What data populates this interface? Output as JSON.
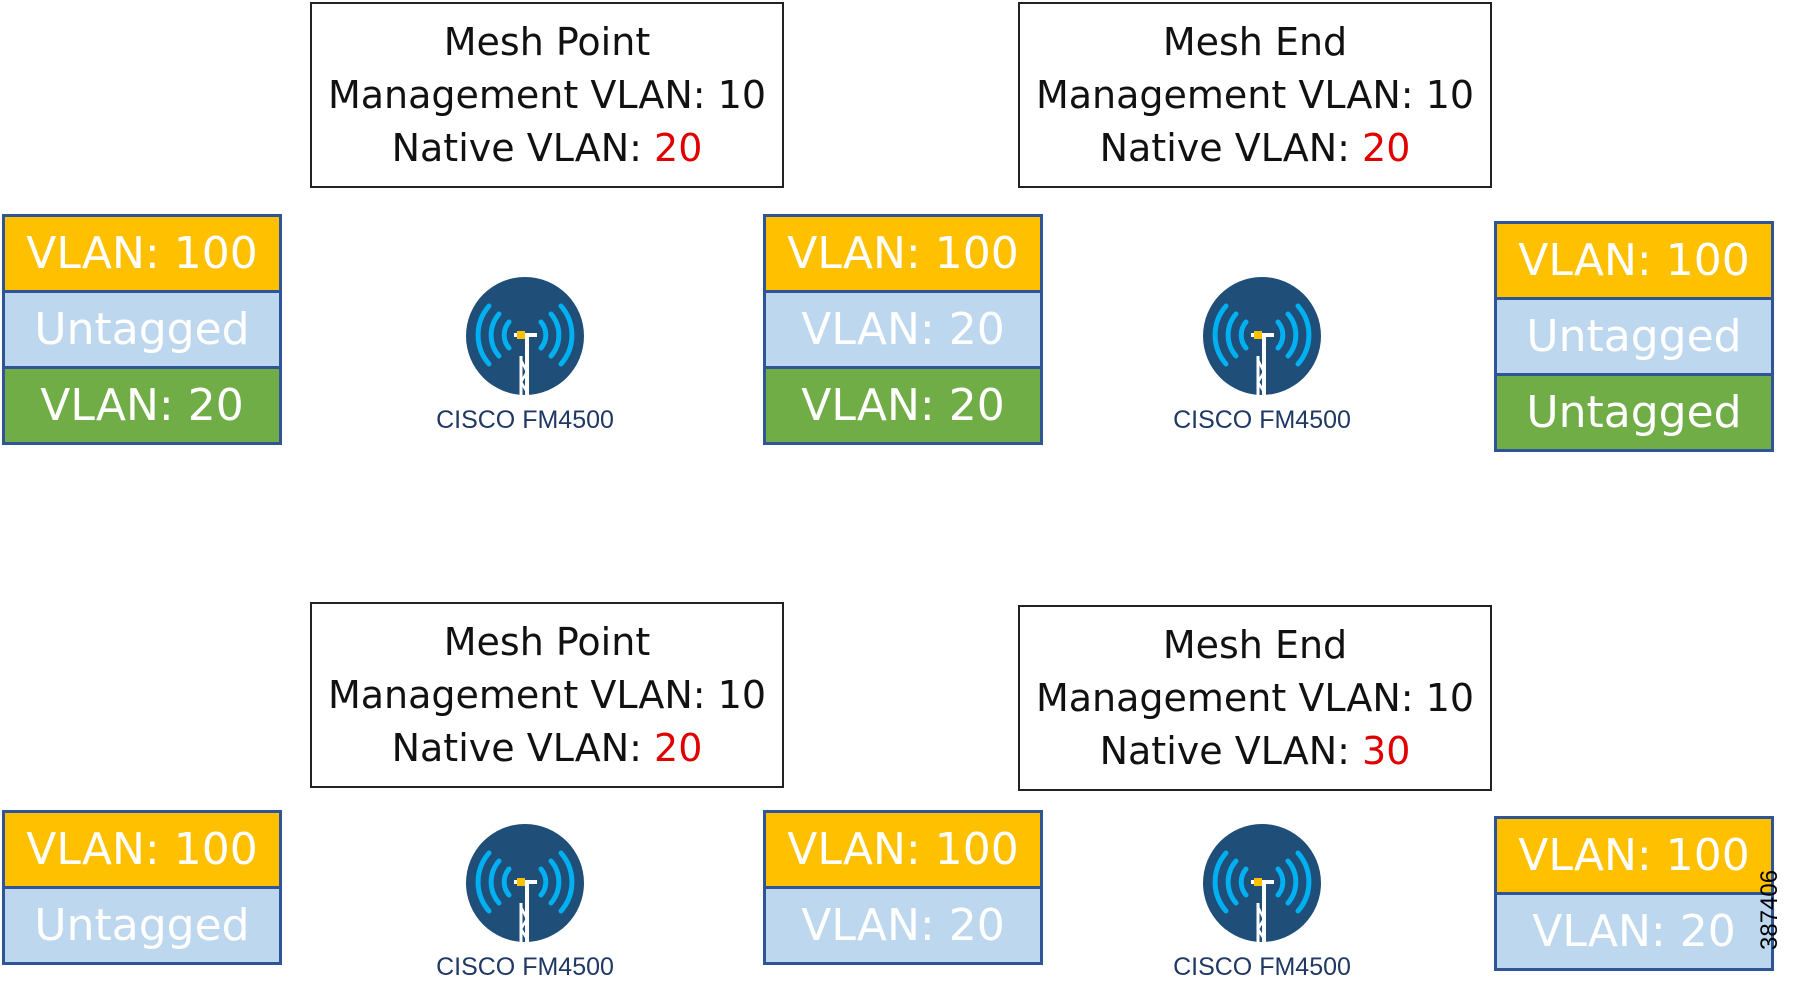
{
  "rows": [
    {
      "boxes": [
        {
          "role": "Mesh Point",
          "mgmt_label": "Management VLAN: ",
          "mgmt_value": "10",
          "native_label": "Native VLAN: ",
          "native_value": "20"
        },
        {
          "role": "Mesh End",
          "mgmt_label": "Management VLAN: ",
          "mgmt_value": "10",
          "native_label": "Native VLAN: ",
          "native_value": "20"
        }
      ],
      "stacks": [
        [
          {
            "text": "VLAN: 100",
            "color": "yellow"
          },
          {
            "text": "Untagged",
            "color": "lightblue"
          },
          {
            "text": "VLAN: 20",
            "color": "green"
          }
        ],
        [
          {
            "text": "VLAN: 100",
            "color": "yellow"
          },
          {
            "text": "VLAN: 20",
            "color": "lightblue"
          },
          {
            "text": "VLAN: 20",
            "color": "green"
          }
        ],
        [
          {
            "text": "VLAN: 100",
            "color": "yellow"
          },
          {
            "text": "Untagged",
            "color": "lightblue"
          },
          {
            "text": "Untagged",
            "color": "green"
          }
        ]
      ],
      "devices": [
        {
          "label": "CISCO FM4500",
          "icon": "wireless-tower-icon"
        },
        {
          "label": "CISCO FM4500",
          "icon": "wireless-tower-icon"
        }
      ]
    },
    {
      "boxes": [
        {
          "role": "Mesh Point",
          "mgmt_label": "Management VLAN: ",
          "mgmt_value": "10",
          "native_label": "Native VLAN: ",
          "native_value": "20"
        },
        {
          "role": "Mesh End",
          "mgmt_label": "Management VLAN: ",
          "mgmt_value": "10",
          "native_label": "Native VLAN: ",
          "native_value": "30"
        }
      ],
      "stacks": [
        [
          {
            "text": "VLAN: 100",
            "color": "yellow"
          },
          {
            "text": "Untagged",
            "color": "lightblue"
          }
        ],
        [
          {
            "text": "VLAN: 100",
            "color": "yellow"
          },
          {
            "text": "VLAN: 20",
            "color": "lightblue"
          }
        ],
        [
          {
            "text": "VLAN: 100",
            "color": "yellow"
          },
          {
            "text": "VLAN: 20",
            "color": "lightblue"
          }
        ]
      ],
      "devices": [
        {
          "label": "CISCO FM4500",
          "icon": "wireless-tower-icon"
        },
        {
          "label": "CISCO FM4500",
          "icon": "wireless-tower-icon"
        }
      ]
    }
  ],
  "colors": {
    "yellow": "#ffc000",
    "lightblue": "#bdd7ee",
    "green": "#70ad47",
    "cell_border": "#2f5597",
    "native_value": "#e00000",
    "device_circle": "#1f4e79",
    "device_waves": "#00b0f0",
    "device_label": "#1f3864"
  },
  "figure_id": "387406"
}
